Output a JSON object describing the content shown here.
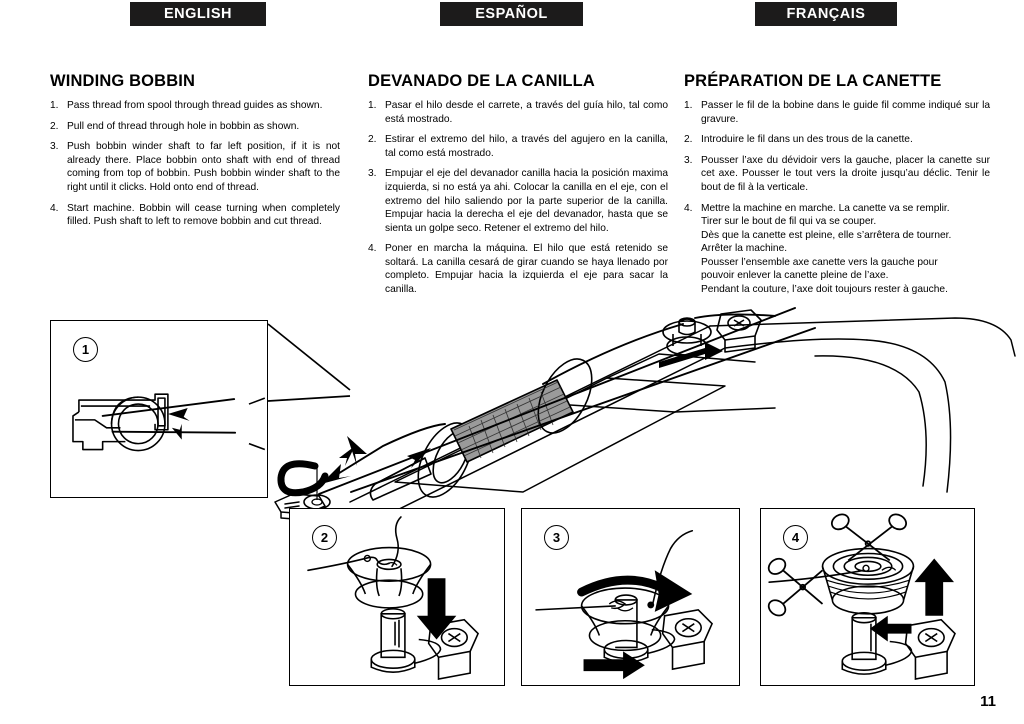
{
  "headers": {
    "english": "ENGLISH",
    "spanish": "ESPAÑOL",
    "french": "FRANÇAIS"
  },
  "english": {
    "title": "WINDING BOBBIN",
    "steps": [
      {
        "num": "1.",
        "text": "Pass thread from spool through thread guides as shown."
      },
      {
        "num": "2.",
        "text": "Pull end of thread through hole in bobbin as shown."
      },
      {
        "num": "3.",
        "text": "Push bobbin winder shaft to far left position, if it is not already there. Place bobbin onto shaft with end of thread coming from top of bobbin. Push bobbin winder shaft to the right until it clicks. Hold onto end of thread."
      },
      {
        "num": "4.",
        "text": "Start machine. Bobbin will cease turning when completely filled. Push shaft to left to remove bobbin and cut thread."
      }
    ]
  },
  "spanish": {
    "title": "DEVANADO DE LA CANILLA",
    "steps": [
      {
        "num": "1.",
        "text": "Pasar el hilo desde el carrete, a través del guía hilo, tal como está mostrado."
      },
      {
        "num": "2.",
        "text": "Estirar el extremo del hilo, a través del agujero en la canilla, tal como está mostrado."
      },
      {
        "num": "3.",
        "text": "Empujar el eje del devanador canilla hacia la posición maxima izquierda, si no está ya ahi. Colocar la canilla en el eje, con el extremo del hilo saliendo por la parte superior de la canilla. Empujar hacia la derecha el eje del devanador, hasta que se sienta un golpe seco. Retener el extremo del hilo."
      },
      {
        "num": "4.",
        "text": "Poner en marcha la máquina. El hilo que está retenido se soltará. La canilla cesará de girar cuando se haya llenado por completo. Empujar hacia la izquierda el eje para sacar la canilla."
      }
    ]
  },
  "french": {
    "title": "PRÉPARATION DE LA CANETTE",
    "steps": [
      {
        "num": "1.",
        "text": "Passer le fil de la bobine dans le guide fil comme indiqué sur la gravure."
      },
      {
        "num": "2.",
        "text": "Introduire le fil dans un des trous de la canette."
      },
      {
        "num": "3.",
        "text": "Pousser l’axe du dévidoir vers la gauche, placer la canette sur cet axe. Pousser le tout vers la droite jusqu’au déclic. Tenir le bout de fil à la verticale."
      },
      {
        "num": "4.",
        "lines": [
          "Mettre la machine en marche. La canette va se remplir.",
          "Tirer sur le bout de fil qui va se couper.",
          "Dès que la canette est pleine, elle s’arrêtera de tourner.",
          "Arrêter la machine.",
          "Pousser l’ensemble axe canette vers la gauche pour",
          "pouvoir enlever la canette pleine de l’axe.",
          "Pendant la couture, l’axe doit toujours rester à gauche."
        ]
      }
    ]
  },
  "figures": {
    "fig1_badge": "1",
    "fig2_badge": "2",
    "fig3_badge": "3",
    "fig4_badge": "4"
  },
  "page_number": "11",
  "colors": {
    "ink": "#000000",
    "bar_background": "#1c1b1b",
    "bar_text": "#ffffff",
    "paper": "#ffffff",
    "spool_thread_fill": "#8a8a8a"
  }
}
